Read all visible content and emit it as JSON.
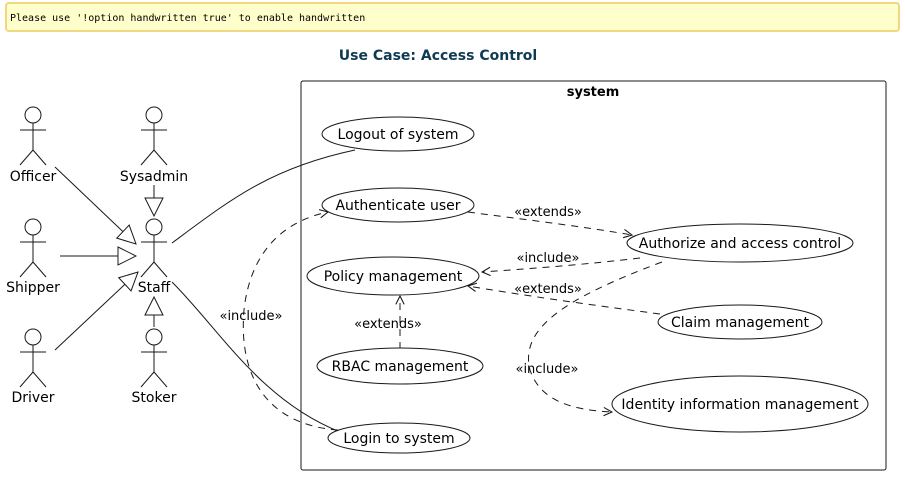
{
  "notice": "Please use '!option handwritten true' to enable handwritten",
  "title": "Use Case: Access Control",
  "system_label": "system",
  "actors": {
    "officer": "Officer",
    "sysadmin": "Sysadmin",
    "shipper": "Shipper",
    "staff": "Staff",
    "driver": "Driver",
    "stoker": "Stoker"
  },
  "use_cases": {
    "logout": "Logout of system",
    "authenticate": "Authenticate user",
    "authorize": "Authorize and access control",
    "policy": "Policy management",
    "claim": "Claim management",
    "rbac": "RBAC management",
    "identity": "Identity information management",
    "login": "Login to system"
  },
  "relations": {
    "auth_extends": "«extends»",
    "policy_include": "«include»",
    "claim_extends": "«extends»",
    "rbac_extends": "«extends»",
    "identity_include": "«include»",
    "login_include": "«include»"
  },
  "colors": {
    "notice_bg": "#FFFFCC",
    "notice_border": "#F2D680",
    "title": "#0E3A52",
    "stroke": "#181818"
  }
}
